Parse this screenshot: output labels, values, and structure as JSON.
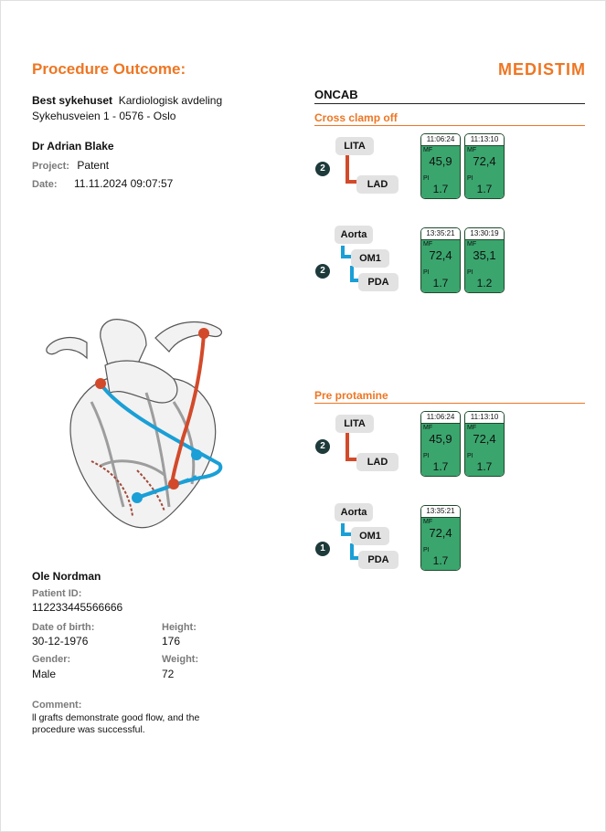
{
  "header": {
    "title": "Procedure Outcome:",
    "logo": "MEDISTIM"
  },
  "hospital": {
    "name": "Best sykehuset",
    "department": "Kardiologisk avdeling",
    "address": "Sykehusveien 1 - 0576 - Oslo"
  },
  "doctor": {
    "name": "Dr Adrian Blake",
    "project_label": "Project:",
    "project": "Patent",
    "date_label": "Date:",
    "date": "11.11.2024 09:07:57"
  },
  "procedure": {
    "name": "ONCAB"
  },
  "sections": [
    {
      "title": "Cross clamp off",
      "groups": [
        {
          "badge": "2",
          "nodes": [
            "LITA",
            "LAD"
          ],
          "color": "#d24a2a",
          "cards": [
            {
              "time": "11:06:24",
              "mf_label": "MF",
              "mf": "45,9",
              "pi_label": "PI",
              "pi": "1.7"
            },
            {
              "time": "11:13:10",
              "mf_label": "MF",
              "mf": "72,4",
              "pi_label": "PI",
              "pi": "1.7"
            }
          ]
        },
        {
          "badge": "2",
          "nodes": [
            "Aorta",
            "OM1",
            "PDA"
          ],
          "color": "#1a9fd6",
          "cards": [
            {
              "time": "13:35:21",
              "mf_label": "MF",
              "mf": "72,4",
              "pi_label": "PI",
              "pi": "1.7"
            },
            {
              "time": "13:30:19",
              "mf_label": "MF",
              "mf": "35,1",
              "pi_label": "PI",
              "pi": "1.2"
            }
          ]
        }
      ]
    },
    {
      "title": "Pre protamine",
      "groups": [
        {
          "badge": "2",
          "nodes": [
            "LITA",
            "LAD"
          ],
          "color": "#d24a2a",
          "cards": [
            {
              "time": "11:06:24",
              "mf_label": "MF",
              "mf": "45,9",
              "pi_label": "PI",
              "pi": "1.7"
            },
            {
              "time": "11:13:10",
              "mf_label": "MF",
              "mf": "72,4",
              "pi_label": "PI",
              "pi": "1.7"
            }
          ]
        },
        {
          "badge": "1",
          "nodes": [
            "Aorta",
            "OM1",
            "PDA"
          ],
          "color": "#1a9fd6",
          "cards": [
            {
              "time": "13:35:21",
              "mf_label": "MF",
              "mf": "72,4",
              "pi_label": "PI",
              "pi": "1.7"
            }
          ]
        }
      ]
    }
  ],
  "patient": {
    "name": "Ole Nordman",
    "id_label": "Patient ID:",
    "id": "112233445566666",
    "dob_label": "Date of birth:",
    "dob": "30-12-1976",
    "height_label": "Height:",
    "height": "176",
    "gender_label": "Gender:",
    "gender": "Male",
    "weight_label": "Weight:",
    "weight": "72",
    "comment_label": "Comment:",
    "comment": "ll grafts demonstrate good flow, and the procedure was successful."
  },
  "colors": {
    "accent": "#ee7623",
    "graft_red": "#d24a2a",
    "graft_blue": "#1a9fd6",
    "card_green": "#3aa56d"
  }
}
